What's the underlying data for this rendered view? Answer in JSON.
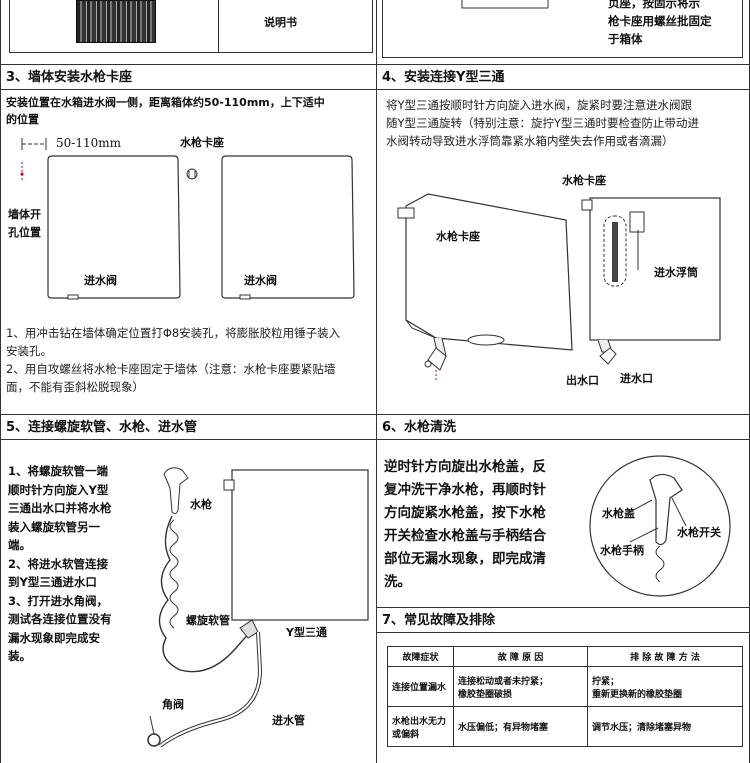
{
  "top": {
    "manual_label": "说明书",
    "right_note_lines": [
      "页座，按固示将示",
      "枪卡座用螺丝批固定",
      "于箱体"
    ]
  },
  "section3": {
    "title": "3、墙体安装水枪卡座",
    "intro_line1": "安装位置在水箱进水阀一侧，距离箱体约50-110mm，上下适中",
    "intro_line2": "的位置",
    "dim_label": "50-110mm",
    "label_gun_holder": "水枪卡座",
    "label_wall_hole_1": "墙体开",
    "label_wall_hole_2": "孔位置",
    "label_inlet_valve_a": "进水阀",
    "label_inlet_valve_b": "进水阀",
    "step1_line1": "1、用冲击钻在墙体确定位置打Φ8安装孔，将膨胀胶粒用锤子装入",
    "step1_line2": "安装孔。",
    "step2_line1": "2、用自攻螺丝将水枪卡座固定于墙体（注意：水枪卡座要紧贴墙",
    "step2_line2": "面，不能有歪斜松脱现象）"
  },
  "section4": {
    "title": "4、安装连接Y型三通",
    "text_line1": "将Y型三通按顺时针方向旋入进水阀，旋紧时要注意进水阀跟",
    "text_line2": "随Y型三通旋转（特别注意：旋拧Y型三通时要检查防止带动进",
    "text_line3": "水阀转动导致进水浮筒靠紧水箱内壁失去作用或者滴漏）",
    "label_gun_holder_a": "水枪卡座",
    "label_gun_holder_b": "水枪卡座",
    "label_float": "进水浮筒",
    "label_outlet": "出水口",
    "label_inlet": "进水口"
  },
  "section5": {
    "title": "5、连接螺旋软管、水枪、进水管",
    "lines": [
      "1、将螺旋软管一端",
      "顺时针方向旋入Y型",
      "三通出水口并将水枪",
      "装入螺旋软管另一",
      "端。",
      "2、将进水软管连接",
      "到Y型三通进水口",
      "3、打开进水角阀，",
      "测试各连接位置没有",
      "漏水现象即完成安",
      "装。"
    ],
    "label_gun": "水枪",
    "label_hose": "螺旋软管",
    "label_tee": "Y型三通",
    "label_angle_valve": "角阀",
    "label_inlet_pipe": "进水管"
  },
  "section6": {
    "title": "6、水枪清洗",
    "lines": [
      "逆时针方向旋出水枪盖，反",
      "复冲洗干净水枪，再顺时针",
      "方向旋紧水枪盖，按下水枪",
      "开关检查水枪盖与手柄结合",
      "部位无漏水现象，即完成清",
      "洗。"
    ],
    "label_cap": "水枪盖",
    "label_switch": "水枪开关",
    "label_handle": "水枪手柄"
  },
  "section7": {
    "title": "7、常见故障及排除",
    "headers": [
      "故障症状",
      "故 障 原 因",
      "排 除 故 障 方 法"
    ],
    "rows": [
      {
        "symptom": "连接位置漏水",
        "cause_1": "连接松动或者未拧紧；",
        "cause_2": "橡胶垫圈破损",
        "fix_1": "拧紧；",
        "fix_2": "重新更换新的橡胶垫圈"
      },
      {
        "symptom": "水枪出水无力或偏斜",
        "cause_1": "水压偏低；有异物堵塞",
        "cause_2": "",
        "fix_1": "调节水压；清除堵塞异物",
        "fix_2": ""
      }
    ]
  }
}
